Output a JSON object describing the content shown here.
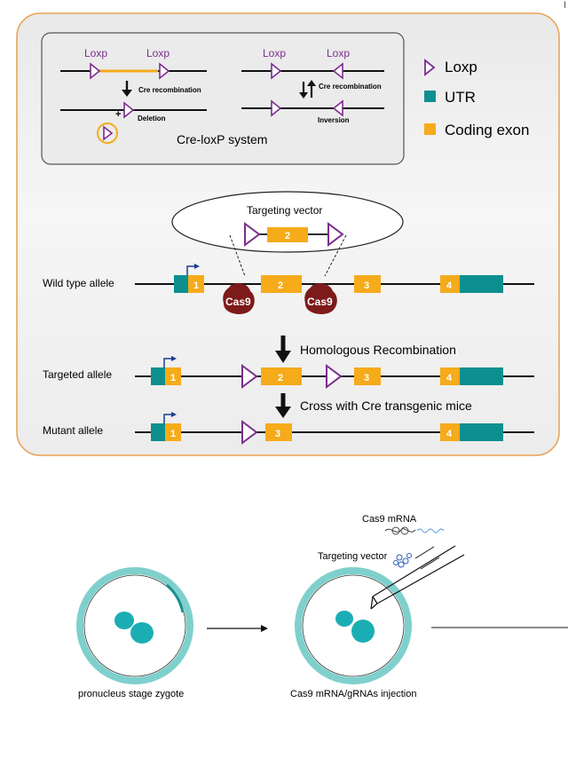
{
  "corner_mark": "I",
  "creloxp": {
    "loxp_a": "Loxp",
    "loxp_b": "Loxp",
    "loxp_c": "Loxp",
    "loxp_d": "Loxp",
    "cre_recombination_1": "Cre recombination",
    "cre_recombination_2": "Cre recombination",
    "deletion": "Deletion",
    "inversion": "Inversion",
    "plus": "+",
    "title": "Cre-loxP system"
  },
  "legend": {
    "loxp": "Loxp",
    "utr": "UTR",
    "coding_exon": "Coding exon"
  },
  "targeting_vector_label": "Targeting vector",
  "rows": {
    "wild_type": "Wild type allele",
    "targeted": "Targeted allele",
    "mutant": "Mutant allele"
  },
  "exons": {
    "e1": "1",
    "e2": "2",
    "e3": "3",
    "e4": "4"
  },
  "cas9": "Cas9",
  "steps": {
    "homologous": "Homologous  Recombination",
    "cross": "Cross with Cre transgenic mice"
  },
  "bottom": {
    "cas9_mrna": "Cas9 mRNA",
    "targeting_vector": "Targeting vector",
    "zygote": "pronucleus stage zygote",
    "injection": "Cas9 mRNA/gRNAs injection"
  },
  "colors": {
    "loxp": "#7b2d8e",
    "utr": "#0e8f8f",
    "exon": "#f5ab1a",
    "cas9": "#7d1a1a",
    "panel_border": "#e8a050",
    "cell_ring": "#7fd0cc",
    "nucleus": "#1aaeb4"
  }
}
